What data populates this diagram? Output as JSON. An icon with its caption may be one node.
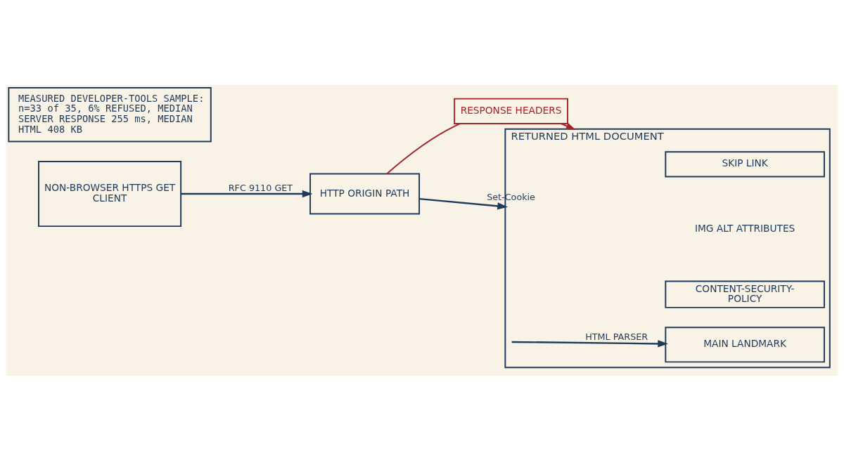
{
  "diagram": {
    "nodes": [
      {
        "text": [
          "NON-BROWSER HTTPS GET CLIENT"
        ]
      },
      {
        "text": [
          "HTTP ORIGIN PATH"
        ]
      },
      {
        "text": [
          "RESPONSE HEADERS"
        ]
      },
      {
        "text": [
          "RETURNED HTML DOCUMENT"
        ]
      },
      {
        "text": [
          "MAIN LANDMARK"
        ],
        "in": 3
      },
      {
        "text": [
          "SKIP LINK"
        ],
        "in": 3
      },
      {
        "text": [
          "IMG ALT ATTRIBUTES"
        ],
        "in": 3
      },
      {
        "text": [
          "CONTENT-SECURITY-POLICY"
        ],
        "in": 3
      },
      {
        "text": [
          "MEASURED DEVELOPER-TOOLS SAMPLE: n=33 of 35, 6% REFUSED, MEDIAN SERVER RESPONSE 255 ms, MEDIAN HTML 408 KB"
        ]
      }
    ],
    "edges": [
      {
        "from": 0,
        "to": 1,
        "arrow": "to",
        "label": "RFC 9110 GET"
      },
      {
        "from": 1,
        "to": 2,
        "arrow": "none",
        "color": "#a3262a"
      },
      {
        "from": 2,
        "to": 3,
        "arrow": "to",
        "color": "#a3262a"
      },
      {
        "from": 1,
        "to": 3,
        "arrow": "to",
        "label": "Set-Cookie"
      },
      {
        "from": null,
        "to": 4,
        "arrow": "to",
        "label": "HTML PARSER"
      }
    ]
  }
}
